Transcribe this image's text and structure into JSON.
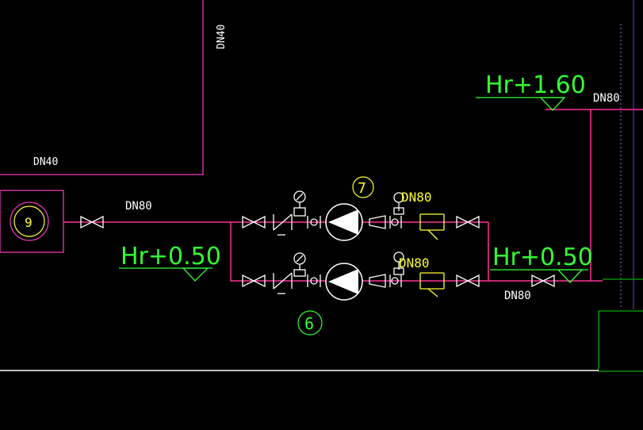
{
  "labels": {
    "dn40_vertical": "DN40",
    "dn40_horizontal": "DN40",
    "dn80_inlet": "DN80",
    "dn80_top_right": "DN80",
    "dn80_bottom_right": "DN80",
    "dn80_pump_upper": "DN80",
    "dn80_pump_lower": "DN80"
  },
  "elevations": {
    "inlet": "Hr+0.50",
    "outlet_lower": "Hr+0.50",
    "outlet_upper": "Hr+1.60"
  },
  "callouts": {
    "tank": "9",
    "pump_upper": "7",
    "pump_lower": "6"
  },
  "colors": {
    "background": "#000000",
    "pipe": "#ff3399",
    "tank_outline": "#cc3399",
    "equipment": "#ffffff",
    "strainer": "#ffff33",
    "elevation_text": "#33ff33",
    "wall": "#00aa00",
    "boundary": "#ffffff",
    "frame": "#9966ff"
  }
}
